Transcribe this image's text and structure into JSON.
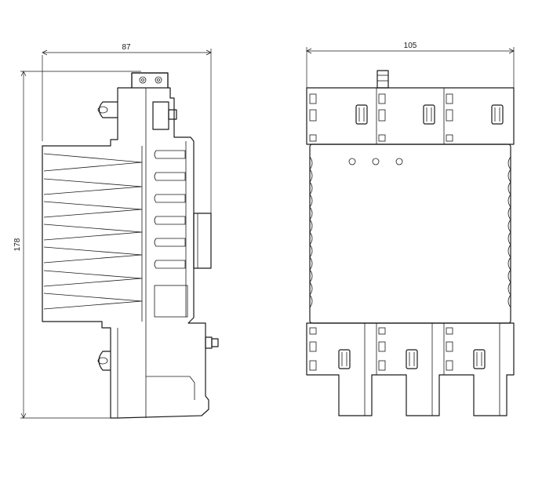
{
  "dimensions": {
    "width_side": "87",
    "width_front": "105",
    "height": "178"
  },
  "colors": {
    "line": "#1a1a1a",
    "background": "#ffffff"
  }
}
